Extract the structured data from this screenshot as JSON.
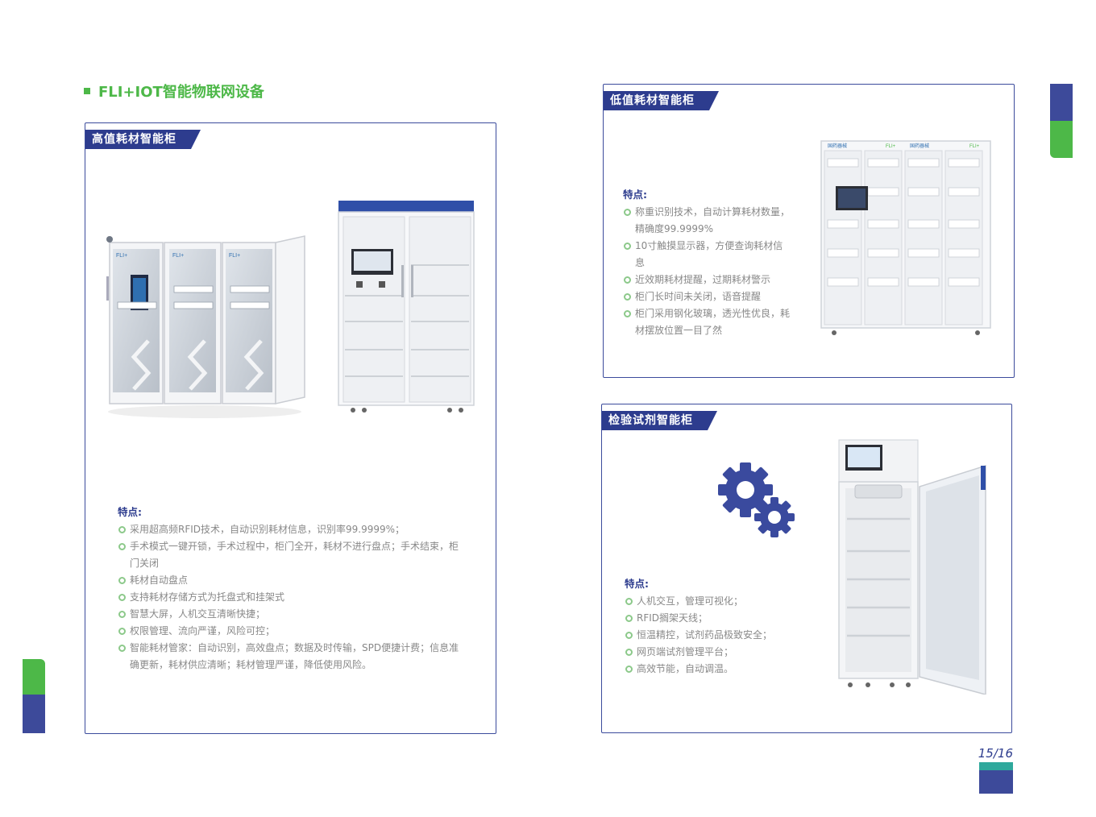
{
  "heading": "FLI+IOT智能物联网设备",
  "panels": {
    "high": {
      "title": "高值耗材智能柜",
      "features_title": "特点:",
      "features": [
        "采用超高频RFID技术，自动识别耗材信息，识别率99.9999%；",
        "手术模式一键开锁，手术过程中，柜门全开，耗材不进行盘点；手术结束，柜门关闭",
        "耗材自动盘点",
        "支持耗材存储方式为托盘式和挂架式",
        "智慧大屏，人机交互清晰快捷；",
        "权限管理、流向严谨，风险可控；",
        "智能耗材管家：自动识别，高效盘点；数据及时传输，SPD便捷计费；信息准确更新，耗材供应清晰；耗材管理严谨，降低使用风险。"
      ],
      "cabinet_logo": "FLI+"
    },
    "low": {
      "title": "低值耗材智能柜",
      "features_title": "特点:",
      "features": [
        "称重识别技术，自动计算耗材数量，精确度99.9999%",
        "10寸触摸显示器，方便查询耗材信息",
        "近效期耗材提醒，过期耗材警示",
        "柜门长时间未关闭，语音提醒",
        "柜门采用钢化玻璃，透光性优良，耗材摆放位置一目了然"
      ],
      "cabinet_logo": "FLI+",
      "cabinet_brand": "国药器械"
    },
    "reagent": {
      "title": "检验试剂智能柜",
      "features_title": "特点:",
      "features": [
        "人机交互，管理可视化；",
        "RFID搁架天线；",
        "恒温精控，试剂药品极致安全；",
        "网页端试剂管理平台；",
        "高效节能，自动调温。"
      ]
    }
  },
  "page_number": "15/16",
  "colors": {
    "green": "#4db848",
    "navy": "#2d3c8e",
    "teal": "#2fa89c"
  },
  "icons": [
    "gears-icon"
  ]
}
